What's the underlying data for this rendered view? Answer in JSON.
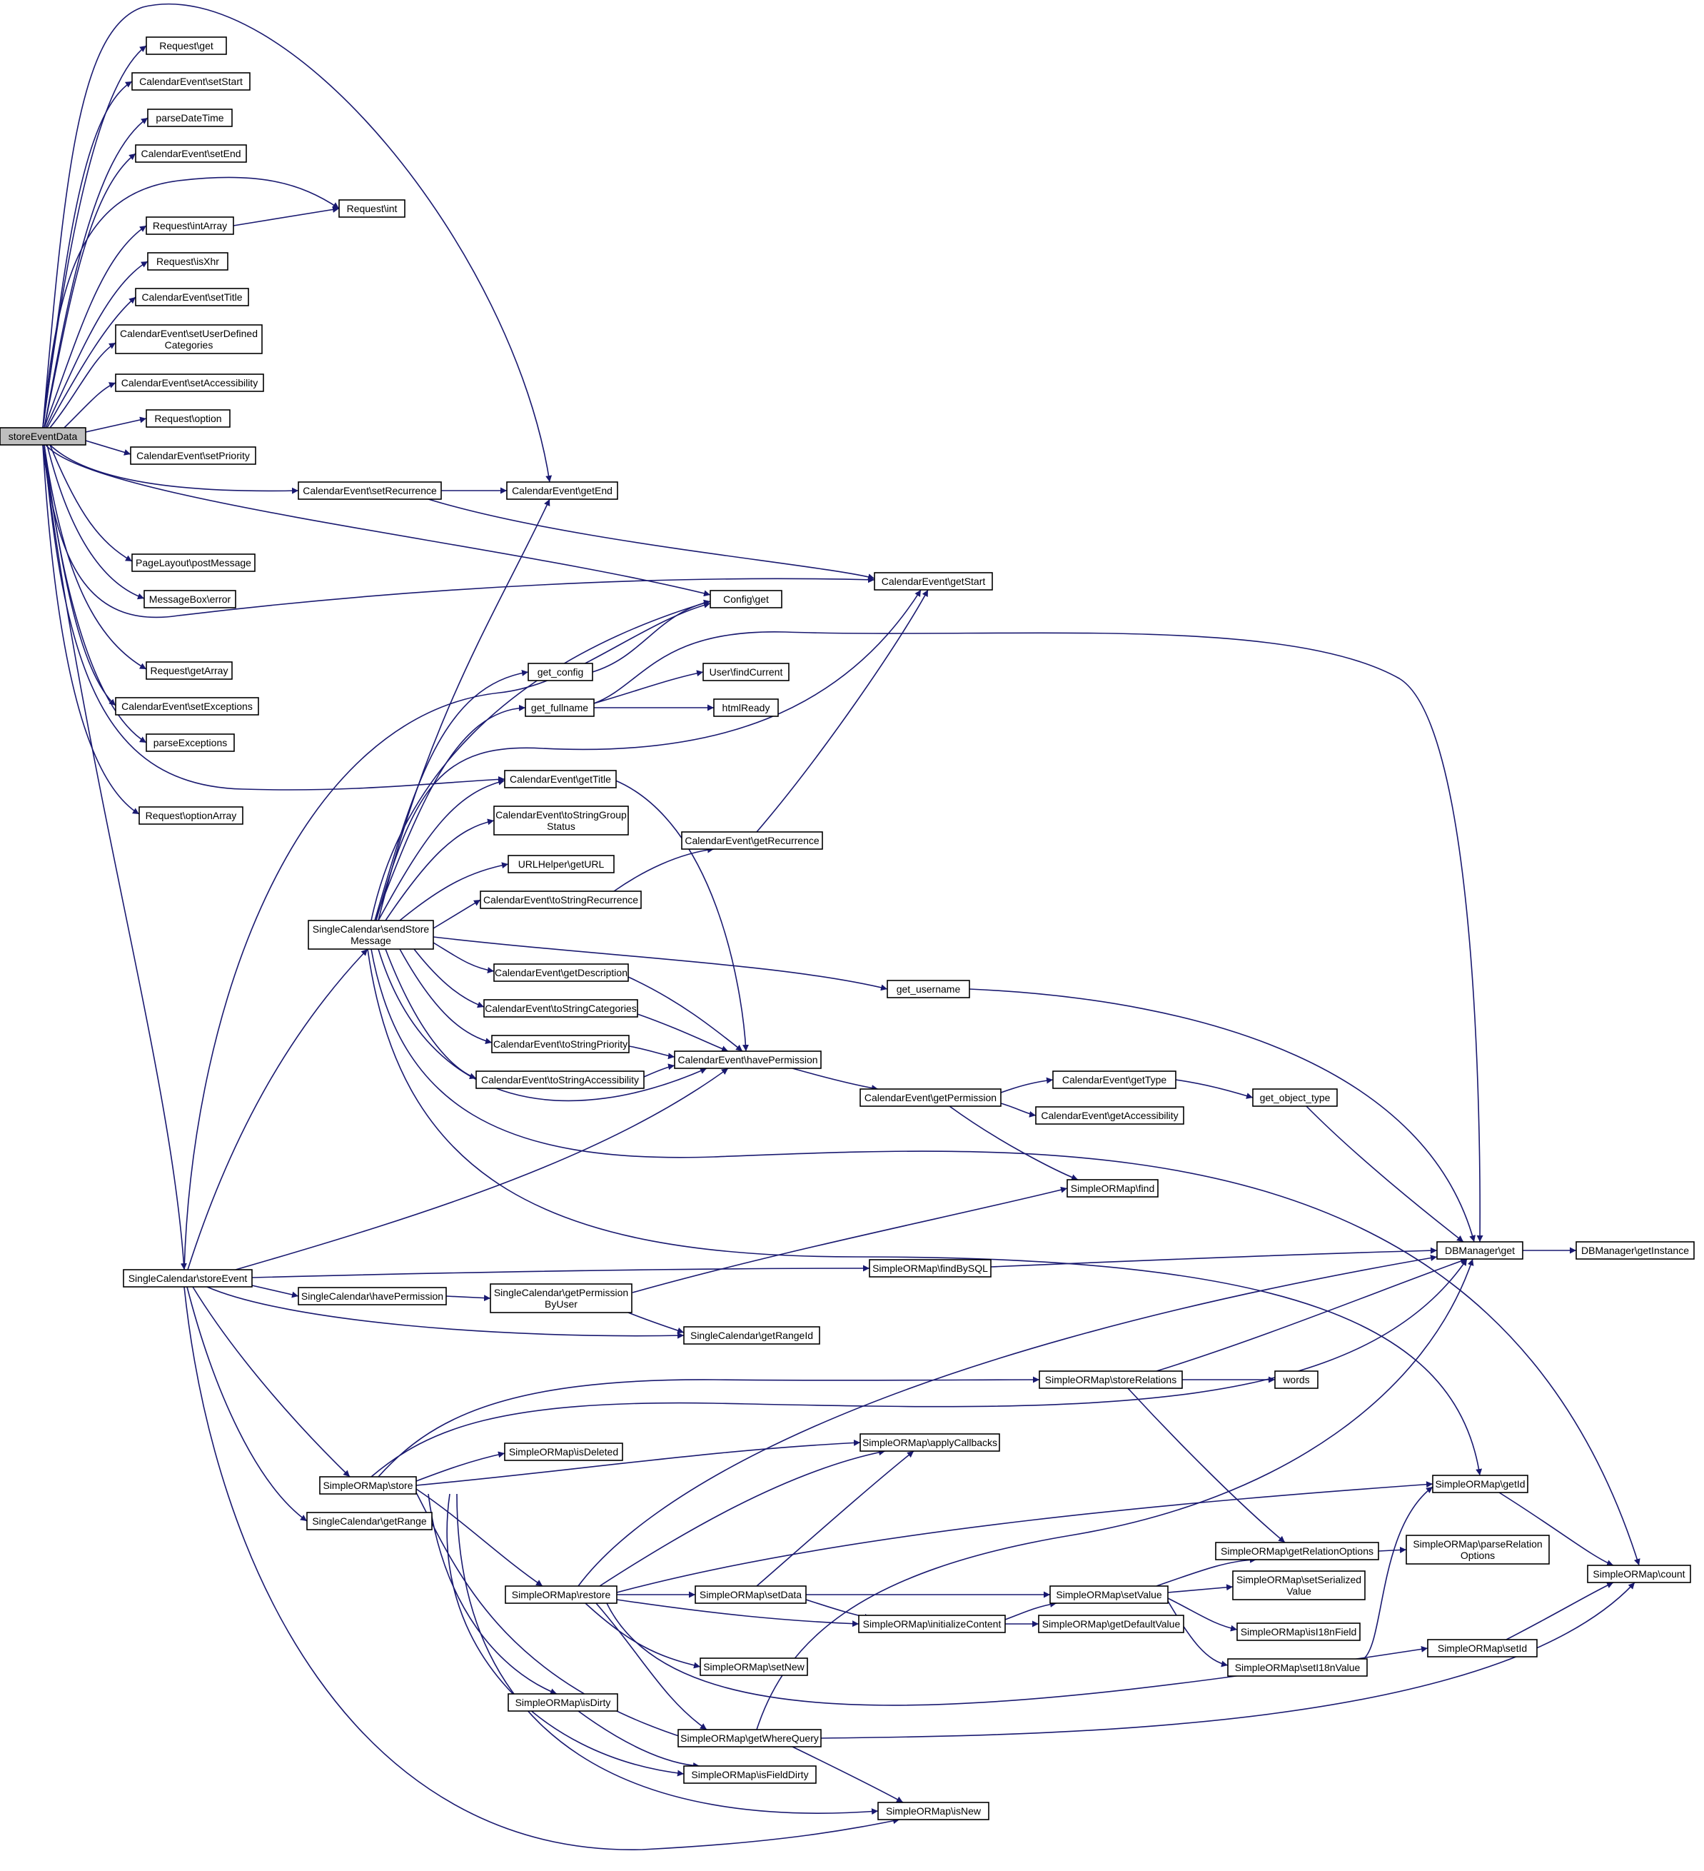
{
  "graph": {
    "title": "",
    "colors": {
      "edge": "#191970",
      "node_border": "#000000",
      "root_fill": "#bfbfbf",
      "node_fill": "#ffffff"
    },
    "nodes": [
      {
        "id": "root",
        "label": [
          "storeEventData"
        ]
      },
      {
        "id": "req_get",
        "label": [
          "Request\\get"
        ]
      },
      {
        "id": "ce_setStart",
        "label": [
          "CalendarEvent\\setStart"
        ]
      },
      {
        "id": "parseDateTime",
        "label": [
          "parseDateTime"
        ]
      },
      {
        "id": "ce_setEnd",
        "label": [
          "CalendarEvent\\setEnd"
        ]
      },
      {
        "id": "req_intArray",
        "label": [
          "Request\\intArray"
        ]
      },
      {
        "id": "req_int",
        "label": [
          "Request\\int"
        ]
      },
      {
        "id": "req_isXhr",
        "label": [
          "Request\\isXhr"
        ]
      },
      {
        "id": "ce_setTitle",
        "label": [
          "CalendarEvent\\setTitle"
        ]
      },
      {
        "id": "ce_setUDC",
        "label": [
          "CalendarEvent\\setUserDefined",
          "Categories"
        ]
      },
      {
        "id": "ce_setAccessibility",
        "label": [
          "CalendarEvent\\setAccessibility"
        ]
      },
      {
        "id": "req_option",
        "label": [
          "Request\\option"
        ]
      },
      {
        "id": "ce_setPriority",
        "label": [
          "CalendarEvent\\setPriority"
        ]
      },
      {
        "id": "ce_setRecurrence",
        "label": [
          "CalendarEvent\\setRecurrence"
        ]
      },
      {
        "id": "ce_getEnd",
        "label": [
          "CalendarEvent\\getEnd"
        ]
      },
      {
        "id": "pl_postMessage",
        "label": [
          "PageLayout\\postMessage"
        ]
      },
      {
        "id": "mb_error",
        "label": [
          "MessageBox\\error"
        ]
      },
      {
        "id": "ce_getStart",
        "label": [
          "CalendarEvent\\getStart"
        ]
      },
      {
        "id": "config_get",
        "label": [
          "Config\\get"
        ]
      },
      {
        "id": "req_getArray",
        "label": [
          "Request\\getArray"
        ]
      },
      {
        "id": "ce_setExceptions",
        "label": [
          "CalendarEvent\\setExceptions"
        ]
      },
      {
        "id": "parseExceptions",
        "label": [
          "parseExceptions"
        ]
      },
      {
        "id": "req_optionArray",
        "label": [
          "Request\\optionArray"
        ]
      },
      {
        "id": "get_config",
        "label": [
          "get_config"
        ]
      },
      {
        "id": "get_fullname",
        "label": [
          "get_fullname"
        ]
      },
      {
        "id": "user_findCurrent",
        "label": [
          "User\\findCurrent"
        ]
      },
      {
        "id": "htmlReady",
        "label": [
          "htmlReady"
        ]
      },
      {
        "id": "ce_getTitle",
        "label": [
          "CalendarEvent\\getTitle"
        ]
      },
      {
        "id": "ce_toStringGroupStatus",
        "label": [
          "CalendarEvent\\toStringGroup",
          "Status"
        ]
      },
      {
        "id": "url_getURL",
        "label": [
          "URLHelper\\getURL"
        ]
      },
      {
        "id": "ce_toStringRecurrence",
        "label": [
          "CalendarEvent\\toStringRecurrence"
        ]
      },
      {
        "id": "ce_getRecurrence",
        "label": [
          "CalendarEvent\\getRecurrence"
        ]
      },
      {
        "id": "sc_sendStoreMessage",
        "label": [
          "SingleCalendar\\sendStore",
          "Message"
        ]
      },
      {
        "id": "ce_getDescription",
        "label": [
          "CalendarEvent\\getDescription"
        ]
      },
      {
        "id": "get_username",
        "label": [
          "get_username"
        ]
      },
      {
        "id": "ce_toStringCategories",
        "label": [
          "CalendarEvent\\toStringCategories"
        ]
      },
      {
        "id": "ce_toStringPriority",
        "label": [
          "CalendarEvent\\toStringPriority"
        ]
      },
      {
        "id": "ce_havePermission",
        "label": [
          "CalendarEvent\\havePermission"
        ]
      },
      {
        "id": "ce_toStringAccessibility",
        "label": [
          "CalendarEvent\\toStringAccessibility"
        ]
      },
      {
        "id": "ce_getPermission",
        "label": [
          "CalendarEvent\\getPermission"
        ]
      },
      {
        "id": "ce_getType",
        "label": [
          "CalendarEvent\\getType"
        ]
      },
      {
        "id": "get_object_type",
        "label": [
          "get_object_type"
        ]
      },
      {
        "id": "ce_getAccessibility",
        "label": [
          "CalendarEvent\\getAccessibility"
        ]
      },
      {
        "id": "som_find",
        "label": [
          "SimpleORMap\\find"
        ]
      },
      {
        "id": "sc_storeEvent",
        "label": [
          "SingleCalendar\\storeEvent"
        ]
      },
      {
        "id": "som_findBySQL",
        "label": [
          "SimpleORMap\\findBySQL"
        ]
      },
      {
        "id": "dbm_get",
        "label": [
          "DBManager\\get"
        ]
      },
      {
        "id": "dbm_getInstance",
        "label": [
          "DBManager\\getInstance"
        ]
      },
      {
        "id": "sc_havePermission",
        "label": [
          "SingleCalendar\\havePermission"
        ]
      },
      {
        "id": "sc_getPermissionByUser",
        "label": [
          "SingleCalendar\\getPermission",
          "ByUser"
        ]
      },
      {
        "id": "sc_getRangeId",
        "label": [
          "SingleCalendar\\getRangeId"
        ]
      },
      {
        "id": "som_storeRelations",
        "label": [
          "SimpleORMap\\storeRelations"
        ]
      },
      {
        "id": "words",
        "label": [
          "words"
        ]
      },
      {
        "id": "som_isDeleted",
        "label": [
          "SimpleORMap\\isDeleted"
        ]
      },
      {
        "id": "som_applyCallbacks",
        "label": [
          "SimpleORMap\\applyCallbacks"
        ]
      },
      {
        "id": "som_store",
        "label": [
          "SimpleORMap\\store"
        ]
      },
      {
        "id": "som_getId",
        "label": [
          "SimpleORMap\\getId"
        ]
      },
      {
        "id": "sc_getRange",
        "label": [
          "SingleCalendar\\getRange"
        ]
      },
      {
        "id": "som_getRelationOptions",
        "label": [
          "SimpleORMap\\getRelationOptions"
        ]
      },
      {
        "id": "som_parseRelationOptions",
        "label": [
          "SimpleORMap\\parseRelation",
          "Options"
        ]
      },
      {
        "id": "som_setSerializedValue",
        "label": [
          "SimpleORMap\\setSerialized",
          "Value"
        ]
      },
      {
        "id": "som_count",
        "label": [
          "SimpleORMap\\count"
        ]
      },
      {
        "id": "som_restore",
        "label": [
          "SimpleORMap\\restore"
        ]
      },
      {
        "id": "som_setData",
        "label": [
          "SimpleORMap\\setData"
        ]
      },
      {
        "id": "som_setValue",
        "label": [
          "SimpleORMap\\setValue"
        ]
      },
      {
        "id": "som_initializeContent",
        "label": [
          "SimpleORMap\\initializeContent"
        ]
      },
      {
        "id": "som_getDefaultValue",
        "label": [
          "SimpleORMap\\getDefaultValue"
        ]
      },
      {
        "id": "som_isI18nField",
        "label": [
          "SimpleORMap\\isI18nField"
        ]
      },
      {
        "id": "som_setNew",
        "label": [
          "SimpleORMap\\setNew"
        ]
      },
      {
        "id": "som_setI18nValue",
        "label": [
          "SimpleORMap\\setI18nValue"
        ]
      },
      {
        "id": "som_setId",
        "label": [
          "SimpleORMap\\setId"
        ]
      },
      {
        "id": "som_isDirty",
        "label": [
          "SimpleORMap\\isDirty"
        ]
      },
      {
        "id": "som_getWhereQuery",
        "label": [
          "SimpleORMap\\getWhereQuery"
        ]
      },
      {
        "id": "som_isFieldDirty",
        "label": [
          "SimpleORMap\\isFieldDirty"
        ]
      },
      {
        "id": "som_isNew",
        "label": [
          "SimpleORMap\\isNew"
        ]
      }
    ]
  }
}
